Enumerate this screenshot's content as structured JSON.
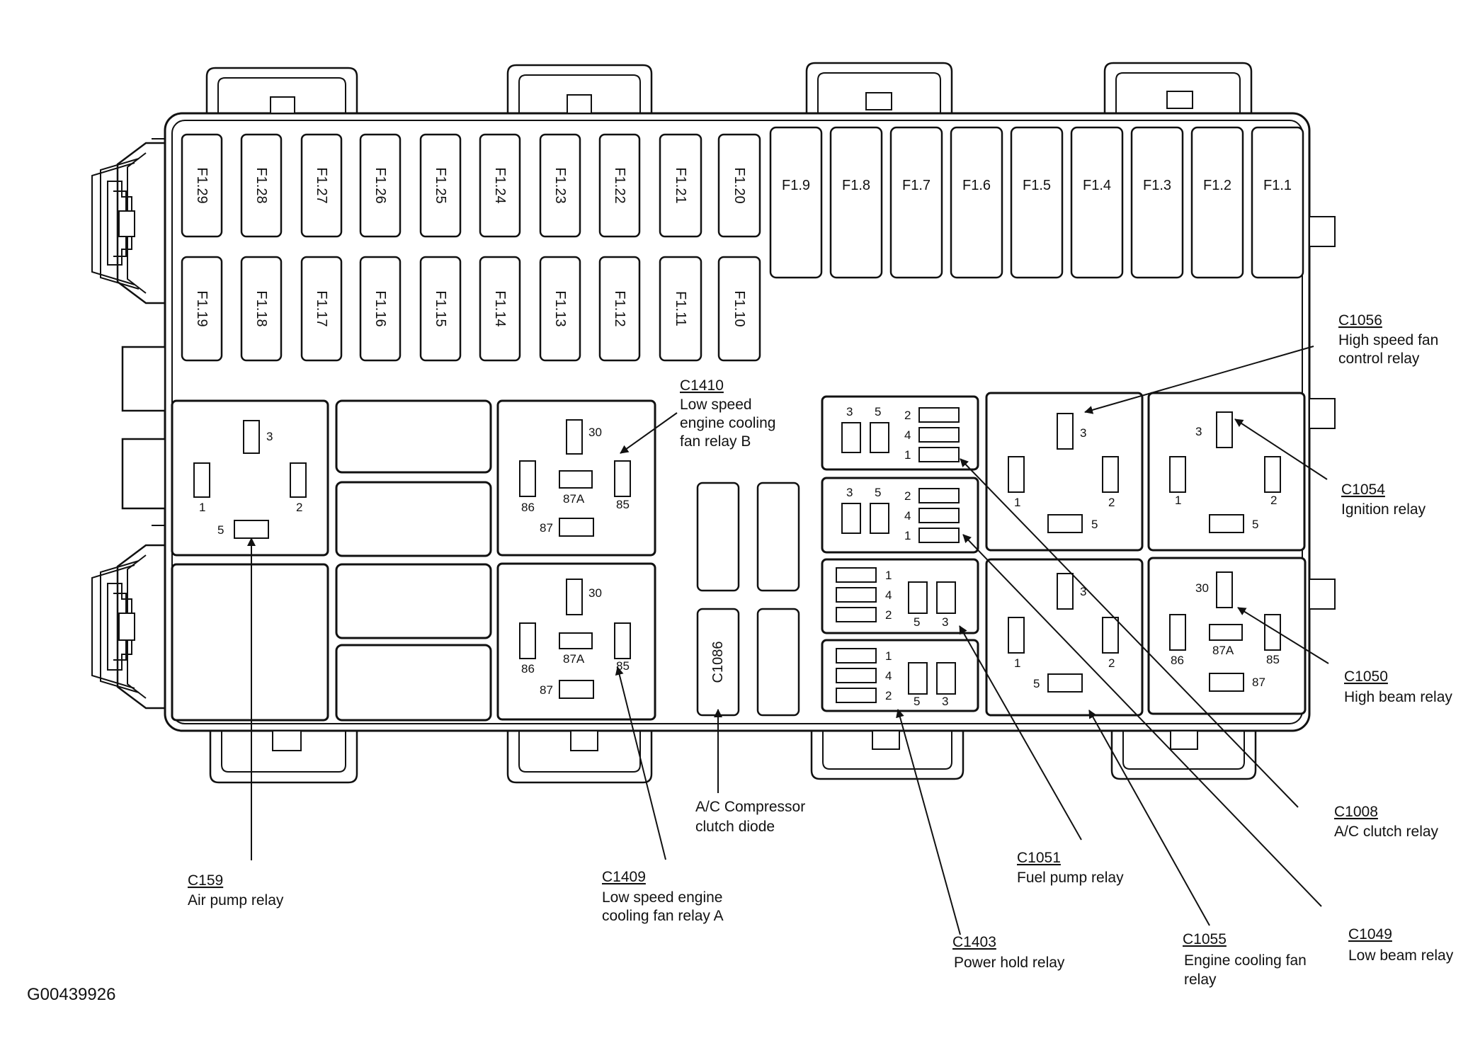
{
  "fuses_top_row": [
    "F1.29",
    "F1.28",
    "F1.27",
    "F1.26",
    "F1.25",
    "F1.24",
    "F1.23",
    "F1.22",
    "F1.21",
    "F1.20"
  ],
  "fuses_bottom_row": [
    "F1.19",
    "F1.18",
    "F1.17",
    "F1.16",
    "F1.15",
    "F1.14",
    "F1.13",
    "F1.12",
    "F1.11",
    "F1.10"
  ],
  "fuses_large": [
    "F1.9",
    "F1.8",
    "F1.7",
    "F1.6",
    "F1.5",
    "F1.4",
    "F1.3",
    "F1.2",
    "F1.1"
  ],
  "diode_label": "C1086",
  "pins": {
    "n1": "1",
    "n2": "2",
    "n3": "3",
    "n4": "4",
    "n5": "5",
    "n30": "30",
    "n85": "85",
    "n86": "86",
    "n87": "87",
    "n87a": "87A"
  },
  "callouts": [
    {
      "id": "C1410",
      "lines": [
        "Low speed",
        "engine cooling",
        "fan relay B"
      ]
    },
    {
      "id": "C1056",
      "lines": [
        "High speed fan",
        "control relay"
      ]
    },
    {
      "id": "C1054",
      "lines": [
        "Ignition relay"
      ]
    },
    {
      "id": "C1050",
      "lines": [
        "High beam relay"
      ]
    },
    {
      "id": "C1008",
      "lines": [
        "A/C clutch relay"
      ]
    },
    {
      "id": "C1049",
      "lines": [
        "Low beam relay"
      ]
    },
    {
      "id": "C1055",
      "lines": [
        "Engine cooling fan",
        "relay"
      ]
    },
    {
      "id": "C1051",
      "lines": [
        "Fuel pump relay"
      ]
    },
    {
      "id": "C1403",
      "lines": [
        "Power hold relay"
      ]
    },
    {
      "id": "C1409",
      "lines": [
        "Low speed engine",
        "cooling fan relay A"
      ]
    },
    {
      "id": "C159",
      "lines": [
        "Air pump relay"
      ]
    },
    {
      "id": "",
      "lines": [
        "A/C Compressor",
        "clutch diode"
      ]
    }
  ],
  "figure_id": "G00439926"
}
